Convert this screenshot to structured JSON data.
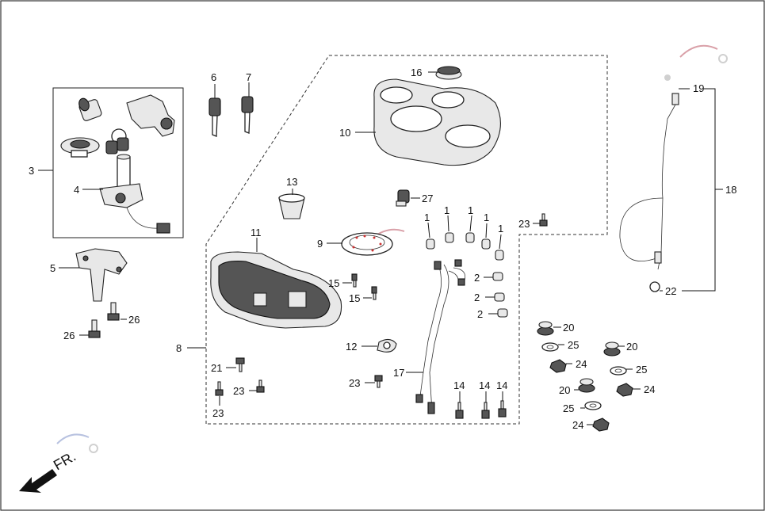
{
  "labels": {
    "l1a": "1",
    "l1b": "1",
    "l1c": "1",
    "l1d": "1",
    "l1e": "1",
    "l2a": "2",
    "l2b": "2",
    "l2c": "2",
    "l3": "3",
    "l4": "4",
    "l5": "5",
    "l6": "6",
    "l7": "7",
    "l8": "8",
    "l9": "9",
    "l10": "10",
    "l11": "11",
    "l12": "12",
    "l13": "13",
    "l14a": "14",
    "l14b": "14",
    "l14c": "14",
    "l15a": "15",
    "l15b": "15",
    "l16": "16",
    "l17": "17",
    "l18": "18",
    "l19": "19",
    "l20a": "20",
    "l20b": "20",
    "l20c": "20",
    "l21": "21",
    "l22": "22",
    "l23a": "23",
    "l23b": "23",
    "l23c": "23",
    "l23d": "23",
    "l24a": "24",
    "l24b": "24",
    "l24c": "24",
    "l25a": "25",
    "l25b": "25",
    "l25c": "25",
    "l26a": "26",
    "l26b": "26",
    "l27": "27"
  },
  "direction_label": "FR."
}
